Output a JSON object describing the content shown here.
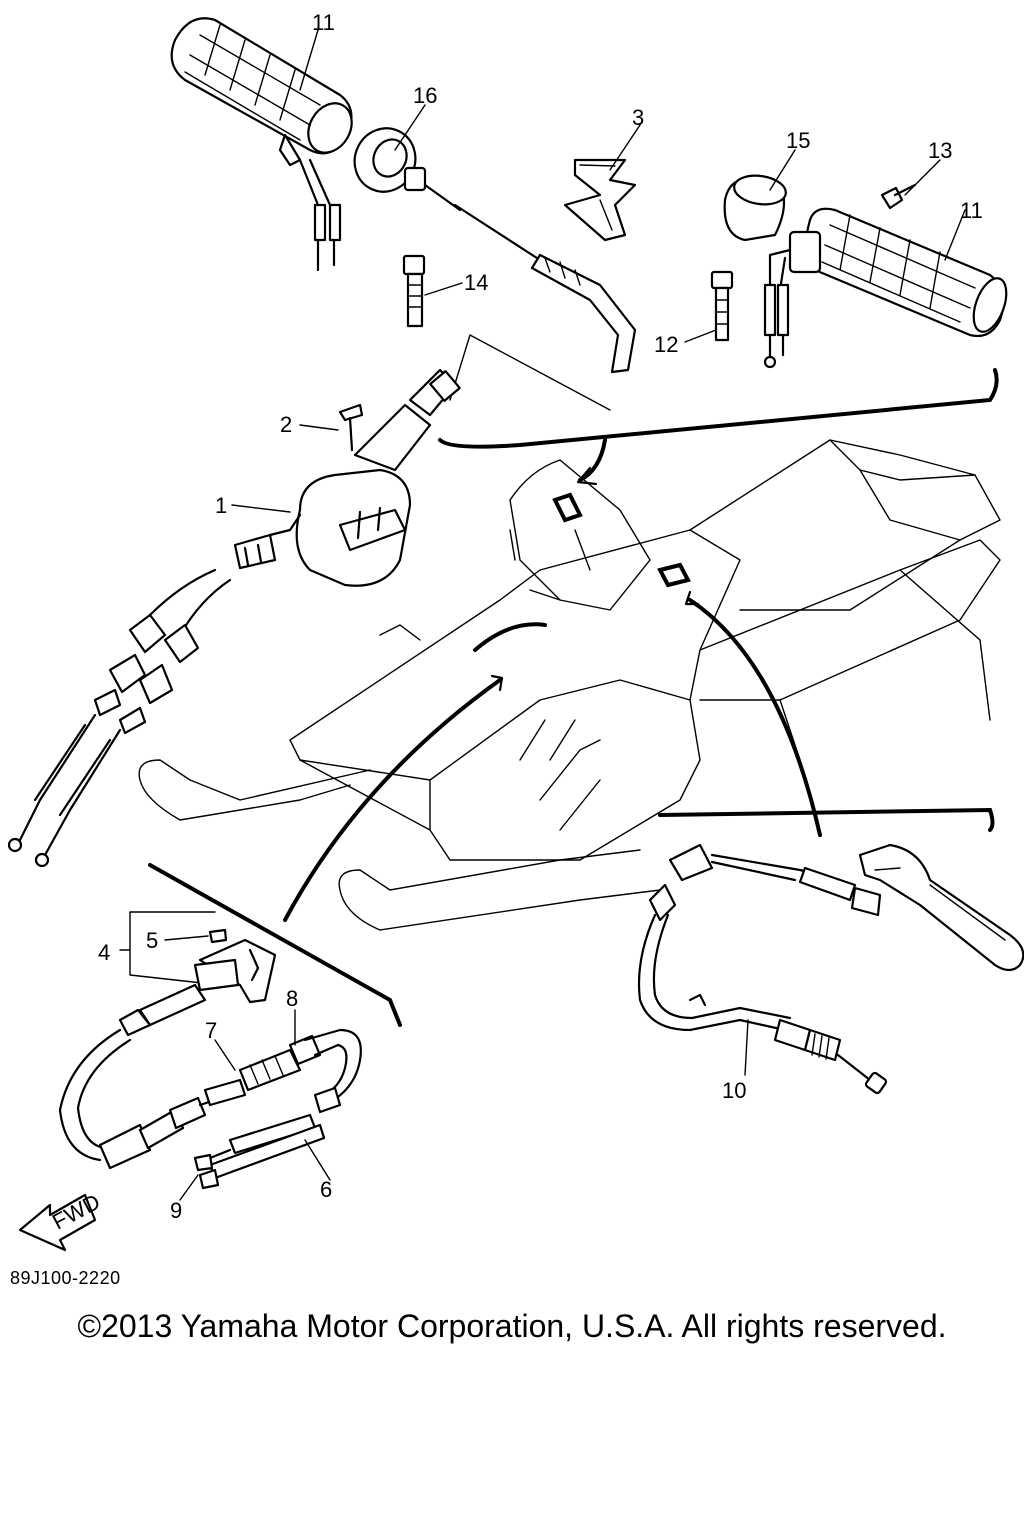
{
  "diagram": {
    "part_labels": [
      {
        "id": "1",
        "text": "1"
      },
      {
        "id": "2",
        "text": "2"
      },
      {
        "id": "3",
        "text": "3"
      },
      {
        "id": "4",
        "text": "4"
      },
      {
        "id": "5",
        "text": "5"
      },
      {
        "id": "6",
        "text": "6"
      },
      {
        "id": "7",
        "text": "7"
      },
      {
        "id": "8",
        "text": "8"
      },
      {
        "id": "9",
        "text": "9"
      },
      {
        "id": "10",
        "text": "10"
      },
      {
        "id": "11a",
        "text": "11"
      },
      {
        "id": "11b",
        "text": "11"
      },
      {
        "id": "12",
        "text": "12"
      },
      {
        "id": "13",
        "text": "13"
      },
      {
        "id": "14",
        "text": "14"
      },
      {
        "id": "15",
        "text": "15"
      },
      {
        "id": "16",
        "text": "16"
      }
    ],
    "fwd_label": "FWD",
    "diagram_code": "89J100-2220",
    "copyright": "©2013 Yamaha Motor Corporation, U.S.A. All rights reserved."
  }
}
